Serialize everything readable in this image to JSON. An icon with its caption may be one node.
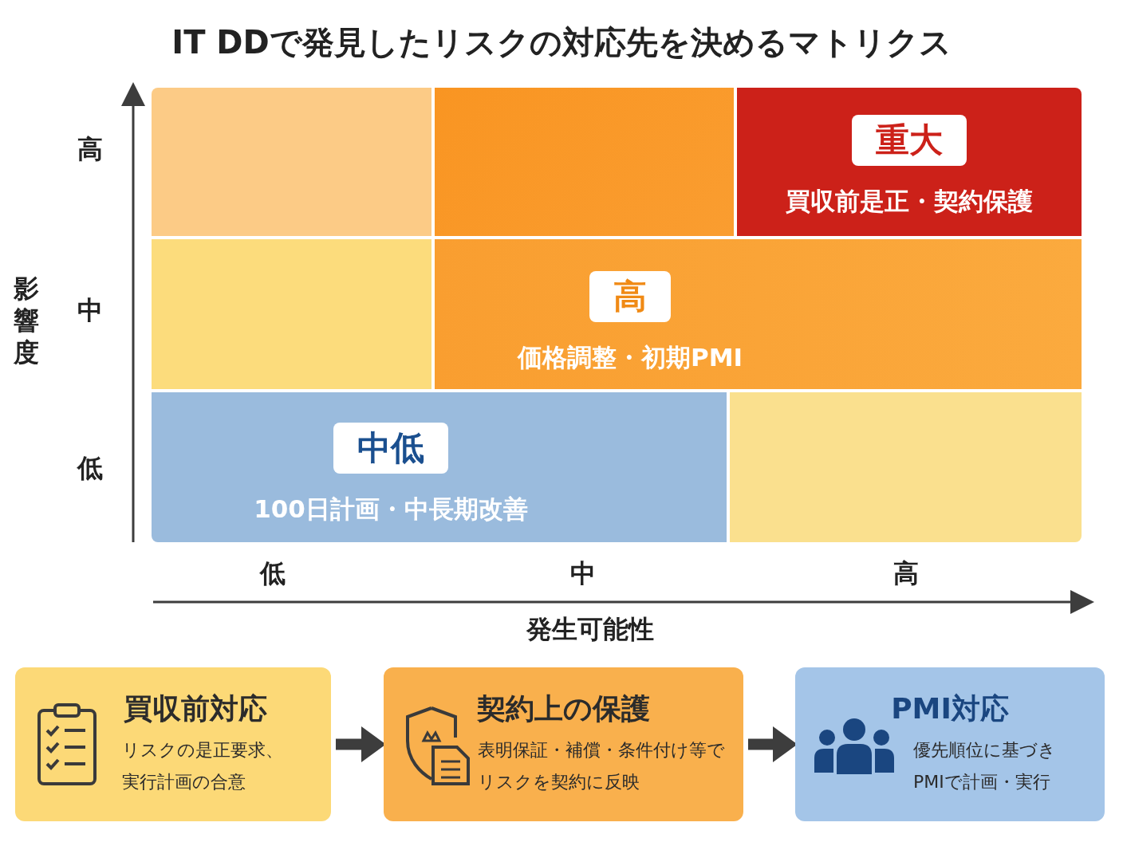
{
  "diagram": {
    "title": "IT DDで発見したリスクの対応先を決めるマトリクス",
    "nodes": [
      {
        "text": [],
        "shape": "box"
      },
      {
        "text": [],
        "shape": "box"
      },
      {
        "text": [
          "重大",
          "買収前是正・契約保護"
        ]
      },
      {
        "text": [],
        "shape": "box"
      },
      {
        "text": [
          "高",
          "価格調整・初期PMI"
        ]
      },
      {
        "text": [
          "中低",
          "100日計画・中長期改善"
        ]
      },
      {
        "text": [],
        "shape": "box"
      },
      {
        "text": [
          "買収前対応",
          "リスクの是正要求、実行計画の合意"
        ]
      },
      {
        "text": [
          "契約上の保護",
          "表明保証・補償・条件付け等でリスクを契約に反映"
        ]
      },
      {
        "text": [
          "PMI対応",
          "優先順位に基づきPMIで計画・実行"
        ]
      }
    ],
    "edges": [
      {
        "from": 7,
        "to": 8,
        "arrow": "to"
      },
      {
        "from": 8,
        "to": 9,
        "arrow": "to"
      }
    ],
    "labels": [
      "高",
      "中",
      "低",
      "影響度",
      "低",
      "中",
      "高",
      "発生可能性"
    ]
  }
}
